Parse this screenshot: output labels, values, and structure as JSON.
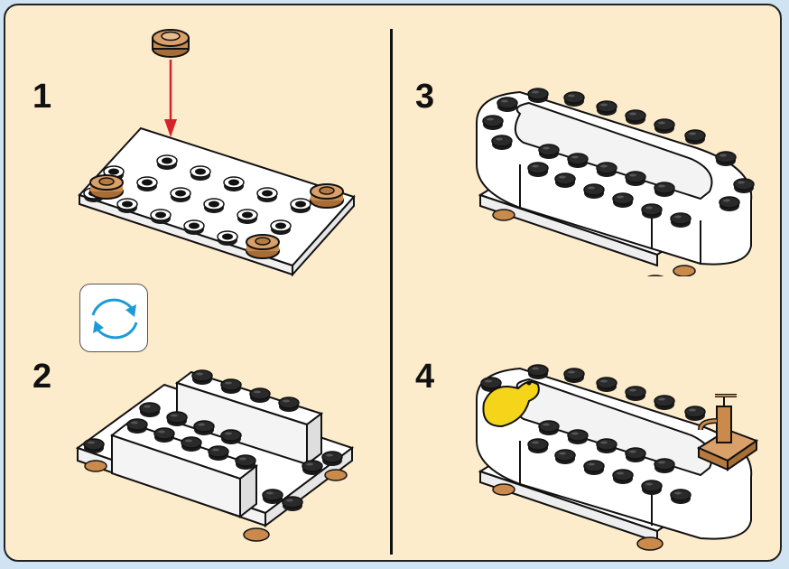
{
  "steps": [
    {
      "number": "1"
    },
    {
      "number": "2"
    },
    {
      "number": "3"
    },
    {
      "number": "4"
    }
  ],
  "colors": {
    "background": "#cfe3f3",
    "panel": "#fdeccb",
    "brick_white": "#ffffff",
    "stud_dark": "#1a1a1a",
    "tan_piece": "#c98a4b",
    "arrow_red": "#d6232b",
    "rotate_blue": "#1e9bd7",
    "duck_yellow": "#f5d51a"
  },
  "icons": {
    "rotate": "rotate-arrows-icon",
    "arrow": "down-arrow-icon"
  }
}
